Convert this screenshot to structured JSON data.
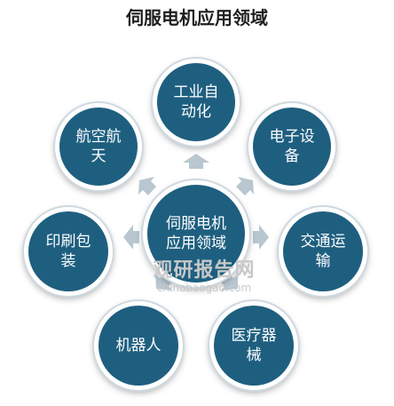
{
  "title": "伺服电机应用领域",
  "center": {
    "label": "伺服电机应用领域"
  },
  "nodes": [
    {
      "id": "industrial-automation",
      "label": "工业自动化"
    },
    {
      "id": "electronic-equipment",
      "label": "电子设备"
    },
    {
      "id": "transportation",
      "label": "交通运输"
    },
    {
      "id": "medical-equipment",
      "label": "医疗器械"
    },
    {
      "id": "robots",
      "label": "机器人"
    },
    {
      "id": "printing-packaging",
      "label": "印刷包装"
    },
    {
      "id": "aerospace",
      "label": "航空航天"
    }
  ],
  "watermark": {
    "title": "观研报告网",
    "subtitle": "chinabaogao.com"
  },
  "colors": {
    "node_fill": "#1e5f80",
    "arrow": "#b8c7d0",
    "ring": "#ffffff"
  }
}
